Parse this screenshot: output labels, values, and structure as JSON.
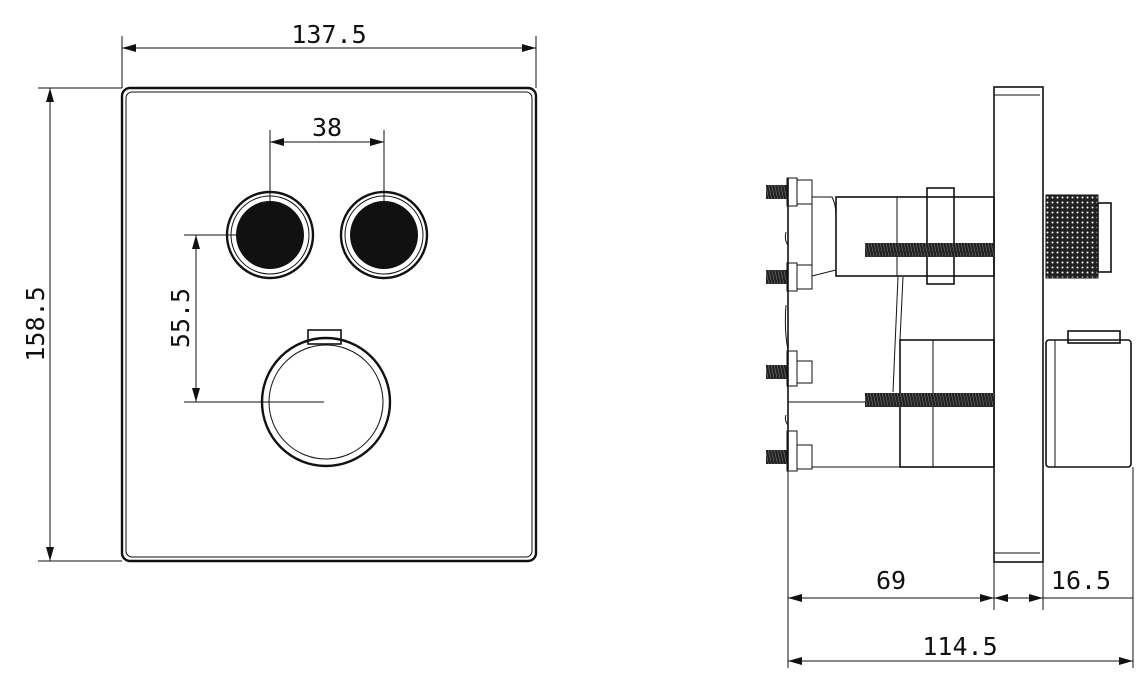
{
  "drawing": {
    "front_view": {
      "width_label": "137.5",
      "height_label": "158.5",
      "button_spacing_label": "38",
      "button_to_knob_label": "55.5"
    },
    "side_view": {
      "body_depth_label": "69",
      "trim_depth_label": "16.5",
      "total_depth_label": "114.5"
    },
    "colors": {
      "line": "#111111",
      "background": "#ffffff"
    }
  }
}
